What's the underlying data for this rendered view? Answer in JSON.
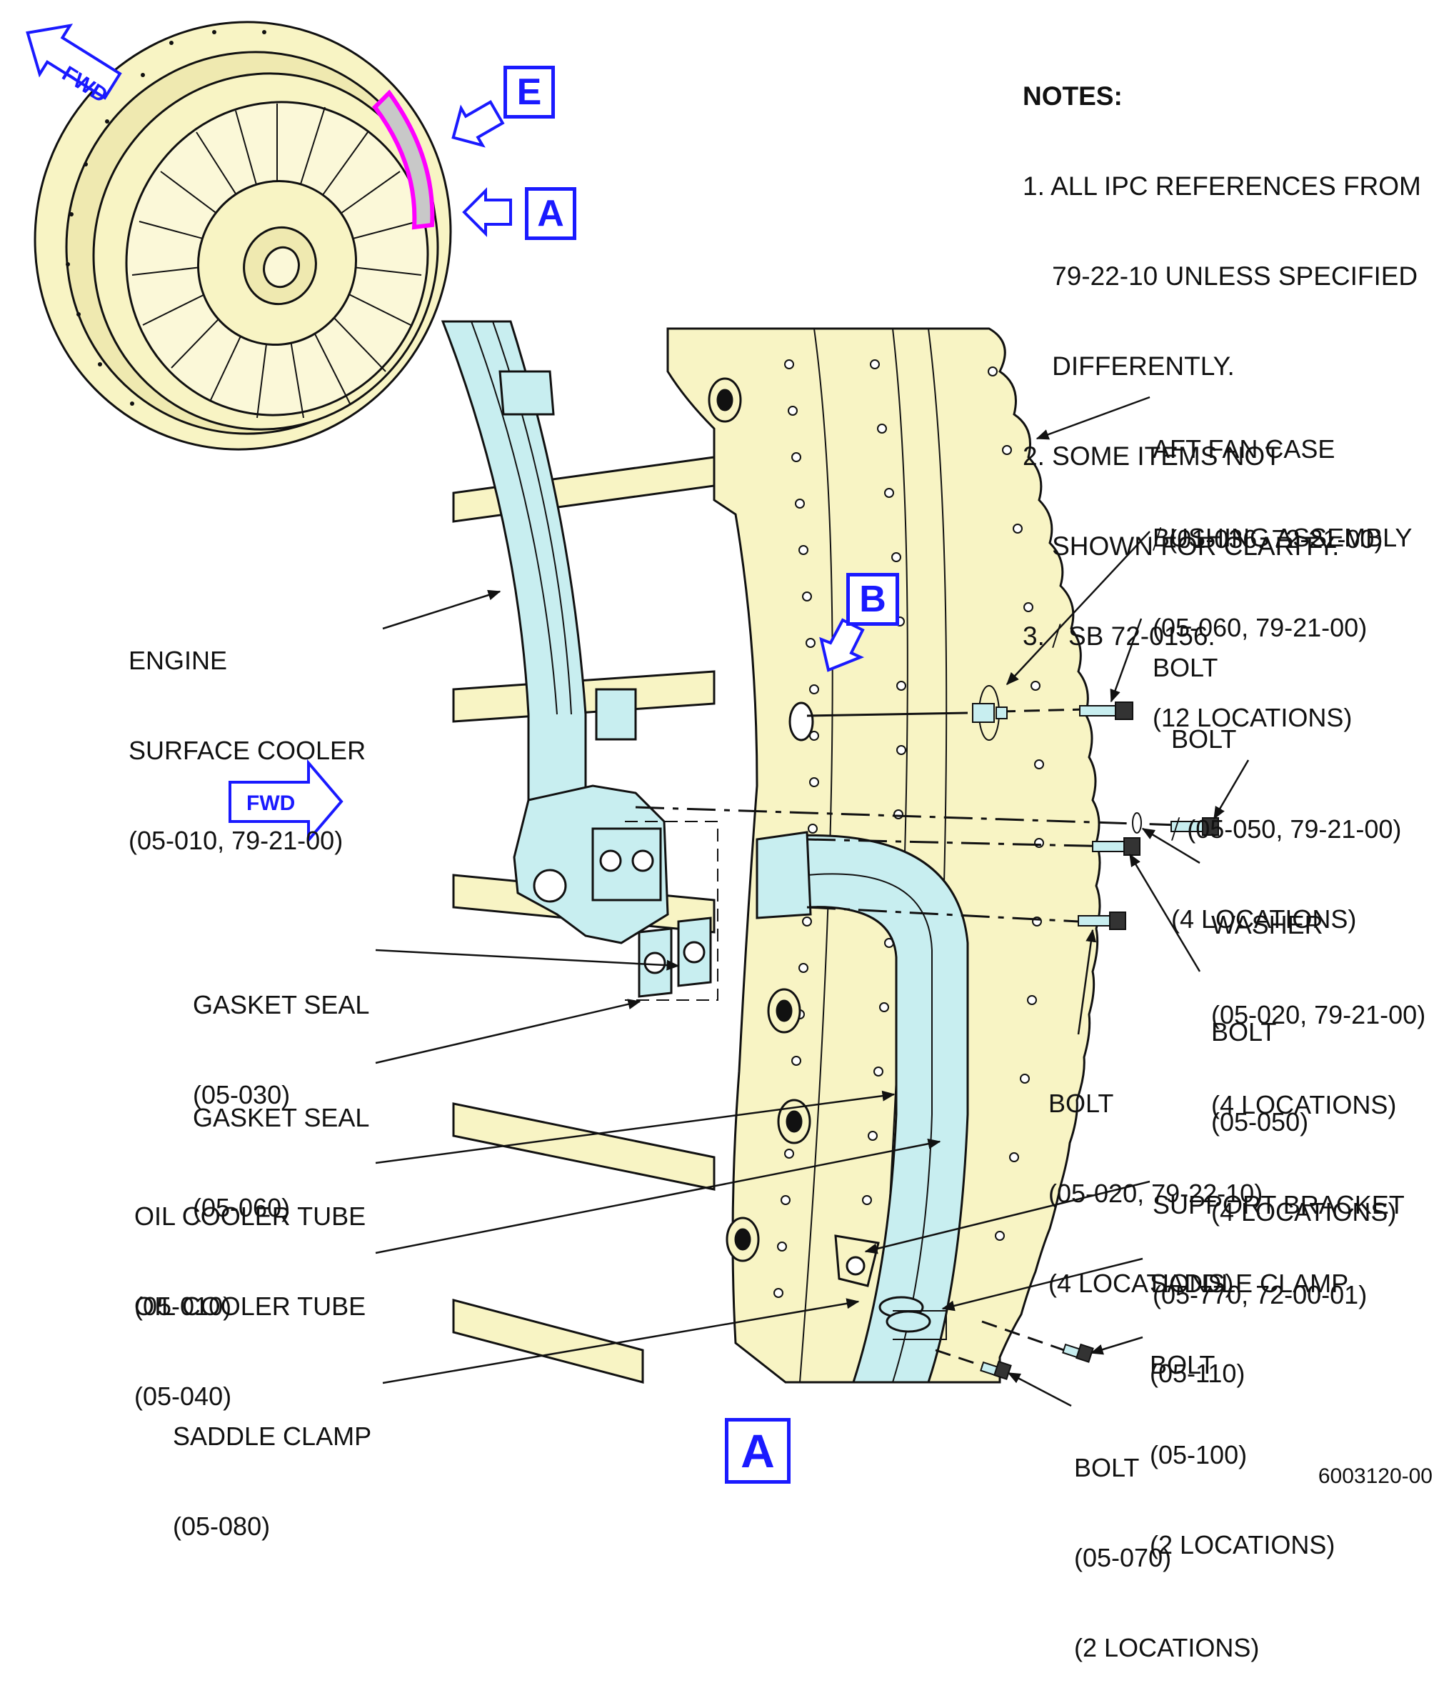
{
  "notes": {
    "heading": "NOTES:",
    "items": [
      "1. ALL IPC REFERENCES FROM",
      "    79-22-10 UNLESS SPECIFIED",
      "    DIFFERENTLY.",
      "2. SOME ITEMS NOT",
      "    SHOWN FOR CLARITY.",
      "3. ⧸ SB 72-0156."
    ]
  },
  "view_labels": {
    "e": "E",
    "a_top": "A",
    "b": "B",
    "a_bottom": "A"
  },
  "fwd_labels": {
    "top": "FWD",
    "main": "FWD"
  },
  "callouts": {
    "aft_fan_case": [
      "AFT FAN CASE",
      "⧸ (01-036, 72-21-00)"
    ],
    "bushing_assembly": [
      "BUSHING ASSEMBLY",
      "(05-060, 79-21-00)",
      "(12 LOCATIONS)"
    ],
    "bolt_a": [
      "BOLT"
    ],
    "bolt_b": [
      "BOLT",
      "⧸ (05-050, 79-21-00)",
      "(4 LOCATIONS)"
    ],
    "washer": [
      "WASHER",
      "(05-020, 79-21-00)",
      "(4 LOCATIONS)"
    ],
    "bolt_c": [
      "BOLT",
      "(05-050)",
      "(4 LOCATIONS)"
    ],
    "bolt_d": [
      "BOLT",
      "(05-020, 79-22-10)",
      "(4 LOCATIONS)"
    ],
    "support_bracket": [
      "SUPPORT BRACKET",
      "(05-770, 72-00-01)"
    ],
    "saddle_clamp_r": [
      "SADDLE CLAMP",
      "(05-110)"
    ],
    "bolt_e": [
      "BOLT",
      "(05-100)",
      "(2 LOCATIONS)"
    ],
    "bolt_f": [
      "BOLT",
      "(05-070)",
      "(2 LOCATIONS)"
    ],
    "engine_surface_cooler": [
      "ENGINE",
      "SURFACE COOLER",
      "(05-010, 79-21-00)"
    ],
    "gasket_seal_1": [
      "GASKET SEAL",
      "(05-030)"
    ],
    "gasket_seal_2": [
      "GASKET SEAL",
      "(05-060)"
    ],
    "oil_cooler_tube_1": [
      "OIL COOLER TUBE",
      "(05-010)"
    ],
    "oil_cooler_tube_2": [
      "OIL COOLER TUBE",
      "(05-040)"
    ],
    "saddle_clamp_l": [
      "SADDLE CLAMP",
      "(05-080)"
    ]
  },
  "figure_number": "6003120-00",
  "colors": {
    "part_fill": "#f8f4c4",
    "cooler_fill": "#c8eef0",
    "callout_blue": "#1a1aff",
    "highlight": "#ff00ff",
    "line": "#111111"
  }
}
